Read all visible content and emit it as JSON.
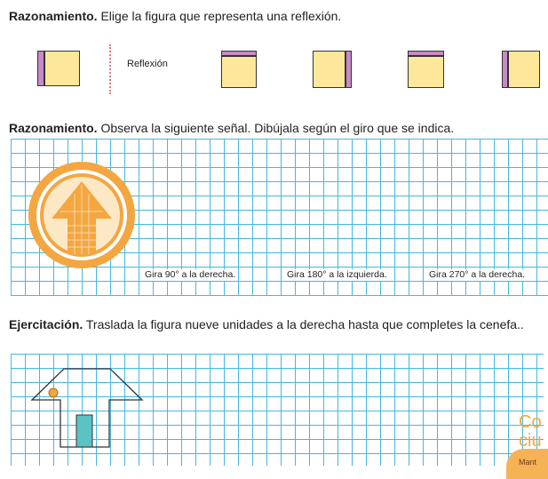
{
  "section1": {
    "title_bold": "Razonamiento.",
    "title_rest": " Elige la figura que representa una reflexión.",
    "reflection_label": "Reflexión"
  },
  "section2": {
    "title_bold": "Razonamiento.",
    "title_rest": " Observa la siguiente señal. Dibújala según el giro que se indica.",
    "rotations": [
      "Gira 90° a la derecha.",
      "Gira 180° a la izquierda.",
      "Gira 270° a la derecha."
    ]
  },
  "section3": {
    "title_bold": "Ejercitación.",
    "title_rest": " Traslada la figura nueve unidades a la derecha hasta que completes la cenefa.."
  },
  "corner": {
    "line1": "Co",
    "line2": "ciu",
    "badge": "Mant"
  },
  "colors": {
    "grid": "#45b8e0",
    "square_fill": "#fde79a",
    "bar": "#c889c6",
    "orange": "#f4a640",
    "door": "#5bc3c4"
  }
}
